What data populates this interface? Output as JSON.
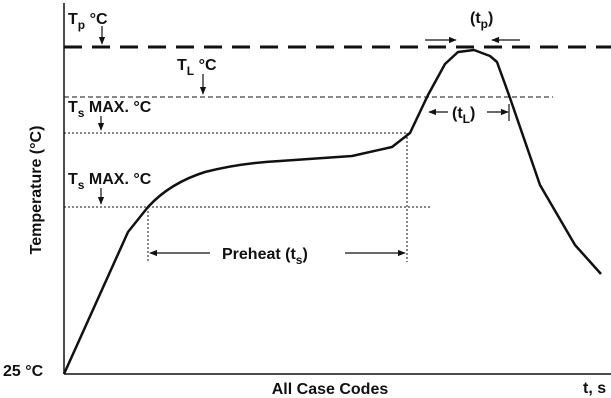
{
  "labels": {
    "tp": "T",
    "tp_sub": "p",
    "tp_unit": " °C",
    "tl": "T",
    "tl_sub": "L",
    "tl_unit": " °C",
    "ts_max_upper": "T",
    "ts_max_upper_sub": "s",
    "ts_max_upper_unit": " MAX. °C",
    "ts_max_lower": "T",
    "ts_max_lower_sub": "s",
    "ts_max_lower_unit": " MAX. °C",
    "start_temp": "25 °C",
    "y_axis": "Temperature (°C)",
    "x_axis": "All Case Codes",
    "time_axis": "t, s",
    "tp_window_open": "(t",
    "tp_window_sub": "p",
    "tp_window_close": ")",
    "tl_window_open": "(t",
    "tl_window_sub": "L",
    "tl_window_close": ")",
    "preheat_open": "Preheat (t",
    "preheat_sub": "s",
    "preheat_close": ")"
  }
}
